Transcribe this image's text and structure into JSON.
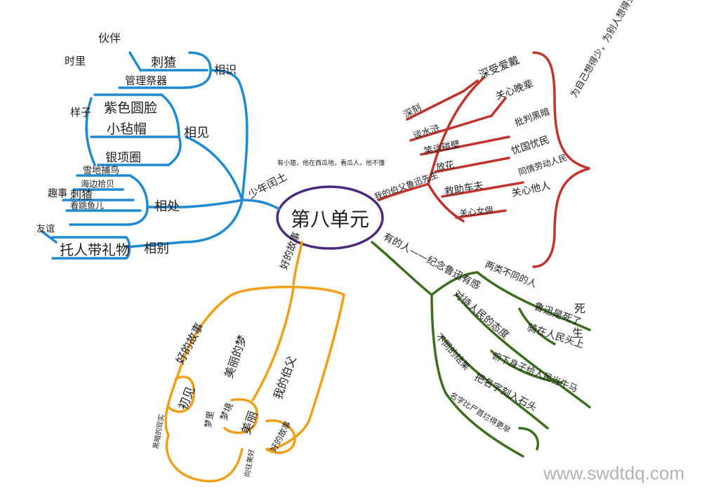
{
  "center": {
    "label": "第八单元",
    "color": "#4a2a7a"
  },
  "colors": {
    "blue": "#1f8ad0",
    "red": "#c0342c",
    "orange": "#f0a018",
    "green": "#3f6d1e",
    "ink": "#1e1e1e"
  },
  "blue": {
    "branch": "少年闰土",
    "note": "有小猹，他在西瓜地，看瓜人，他不懂",
    "groups": [
      {
        "label": "相识",
        "items": [
          "刺猹",
          "管理祭器"
        ],
        "side": [
          "伙伴",
          "时里"
        ]
      },
      {
        "label": "相见",
        "items": [
          "紫色圆脸",
          "小毡帽",
          "银项圈"
        ],
        "side": [
          "样子"
        ]
      },
      {
        "label": "相处",
        "items": [
          "雪地捕鸟",
          "海边拾贝",
          "看跳鱼儿",
          "刺猹"
        ],
        "side": [
          "趣事"
        ]
      },
      {
        "label": "相别",
        "items": [
          "托人带礼物"
        ],
        "side": [
          "友谊"
        ]
      }
    ]
  },
  "red": {
    "branch": "我的伯父鲁迅先生",
    "items": [
      "深刻",
      "谈水浒",
      "笑谈碰壁",
      "放花",
      "救助车夫",
      "关心女佣"
    ],
    "results": [
      "深受爱戴",
      "关心晚辈",
      "批判黑暗",
      "忧国忧民",
      "同情劳动人民",
      "关心他人"
    ],
    "bracket": "为自己想得少，为别人想得多"
  },
  "orange": {
    "branch": "好的故事",
    "items": [
      "好的故事",
      "美丽的梦",
      "我的伯父"
    ],
    "subs": [
      "初见",
      "梦境",
      "美丽",
      "梦里",
      "好的故事"
    ],
    "low": [
      "黑暗的现实",
      "向往美好"
    ]
  },
  "green": {
    "branch": "有的人——纪念鲁迅有感",
    "items": [
      "两类不同的人",
      "对待人民的态度",
      "不同的结果"
    ],
    "subs": [
      "鲁迅是死了",
      "骑在人民头上",
      "俯下身子给人民当牛马",
      "把名字刻入石头",
      "名字比尸首烂得更早"
    ],
    "end": [
      "死",
      "生"
    ]
  },
  "watermark": "www.swdtdq.com"
}
